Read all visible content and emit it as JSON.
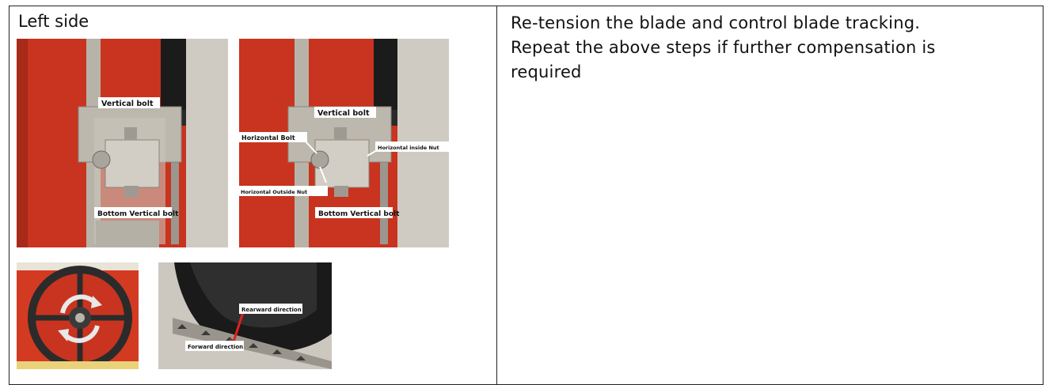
{
  "left_cell": {
    "title": "Left side",
    "photo1": {
      "label_top": "Vertical bolt",
      "label_bottom": "Bottom Vertical bolt"
    },
    "photo2": {
      "label_top": "Vertical bolt",
      "label_hbolt": "Horizontal Bolt",
      "label_inside_nut": "Horizontal inside Nut",
      "label_outside_nut": "Horizontal Outside Nut",
      "label_bottom": "Bottom Vertical bolt"
    },
    "photo4": {
      "label_rearward": "Rearward direction",
      "label_forward": "Forward direction"
    }
  },
  "right_cell": {
    "lines": [
      "Re-tension the blade and control blade tracking.",
      "Repeat the above steps if further compensation is",
      "required"
    ]
  },
  "colors": {
    "machine_red": "#c8341f",
    "bracket_grey": "#bdb8ae",
    "border": "#222222"
  }
}
